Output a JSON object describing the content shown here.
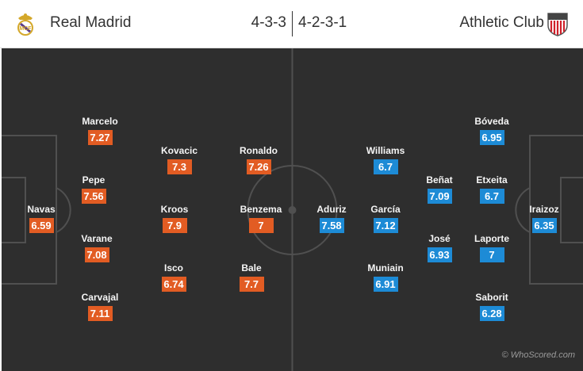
{
  "home_team": {
    "name": "Real Madrid",
    "formation": "4-3-3",
    "crest_icon": "real-madrid-crest-icon",
    "rating_color": "#e25c23",
    "players": [
      {
        "name": "Navas",
        "rating": "6.59"
      },
      {
        "name": "Marcelo",
        "rating": "7.27"
      },
      {
        "name": "Pepe",
        "rating": "7.56"
      },
      {
        "name": "Varane",
        "rating": "7.08"
      },
      {
        "name": "Carvajal",
        "rating": "7.11"
      },
      {
        "name": "Kovacic",
        "rating": "7.3"
      },
      {
        "name": "Kroos",
        "rating": "7.9"
      },
      {
        "name": "Isco",
        "rating": "6.74"
      },
      {
        "name": "Ronaldo",
        "rating": "7.26"
      },
      {
        "name": "Benzema",
        "rating": "7"
      },
      {
        "name": "Bale",
        "rating": "7.7"
      }
    ]
  },
  "away_team": {
    "name": "Athletic Club",
    "formation": "4-2-3-1",
    "crest_icon": "athletic-club-crest-icon",
    "rating_color": "#1d8bd6",
    "players": [
      {
        "name": "Aduriz",
        "rating": "7.58"
      },
      {
        "name": "Williams",
        "rating": "6.7"
      },
      {
        "name": "García",
        "rating": "7.12"
      },
      {
        "name": "Muniain",
        "rating": "6.91"
      },
      {
        "name": "Beñat",
        "rating": "7.09"
      },
      {
        "name": "José",
        "rating": "6.93"
      },
      {
        "name": "Bóveda",
        "rating": "6.95"
      },
      {
        "name": "Etxeita",
        "rating": "6.7"
      },
      {
        "name": "Laporte",
        "rating": "7"
      },
      {
        "name": "Saborit",
        "rating": "6.28"
      },
      {
        "name": "Iraizoz",
        "rating": "6.35"
      }
    ]
  },
  "pitch_color": "#2e2e2e",
  "watermark": "© WhoScored.com"
}
